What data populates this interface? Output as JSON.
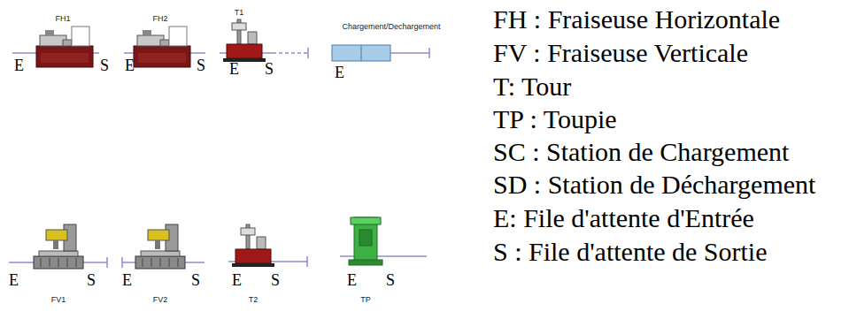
{
  "diagram": {
    "nodes": [
      {
        "text": [
          "FH1"
        ]
      },
      {
        "text": [
          "FH2"
        ]
      },
      {
        "text": [
          "T1"
        ]
      },
      {
        "text": [
          "Chargement/Dechargement"
        ]
      },
      {
        "text": [
          "FV1"
        ]
      },
      {
        "text": [
          "FV2"
        ]
      },
      {
        "text": [
          "T2"
        ]
      },
      {
        "text": [
          "TP"
        ]
      }
    ],
    "labels": [
      "E",
      "S",
      "E",
      "S",
      "E",
      "S",
      "E",
      "E",
      "S",
      "E",
      "S",
      "E",
      "S",
      "E",
      "S",
      "FH : Fraiseuse Horizontale",
      "FV : Fraiseuse Verticale",
      "T: Tour",
      "TP : Toupie",
      "SC : Station de Chargement",
      "SD : Station de Déchargement",
      "E: File d'attente d'Entrée",
      "S : File d'attente de Sortie"
    ]
  }
}
